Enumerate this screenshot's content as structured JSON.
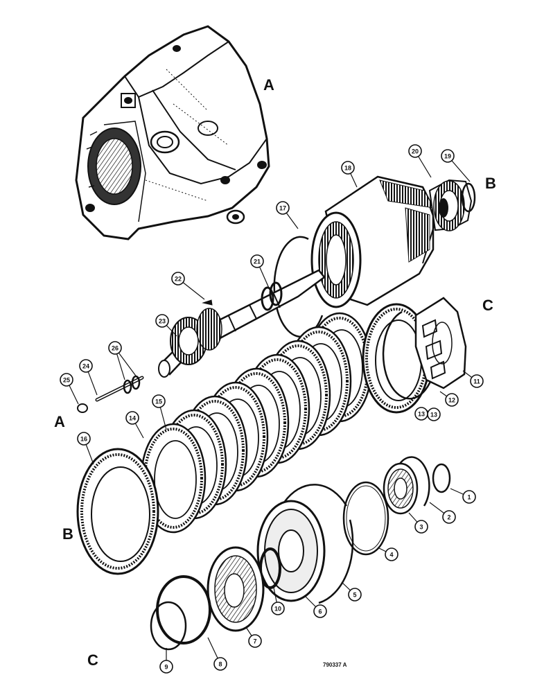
{
  "figure_ref": "790337 A",
  "section_letters": [
    "A",
    "B",
    "C",
    "A",
    "B",
    "C"
  ],
  "callouts": [
    "1",
    "2",
    "3",
    "4",
    "5",
    "6",
    "7",
    "8",
    "9",
    "10",
    "11",
    "12",
    "13",
    "13",
    "14",
    "15",
    "16",
    "17",
    "18",
    "19",
    "20",
    "21",
    "22",
    "23",
    "24",
    "25",
    "26"
  ],
  "colors": {
    "ink": "#111111",
    "paper": "#ffffff",
    "shade": "#555555"
  }
}
